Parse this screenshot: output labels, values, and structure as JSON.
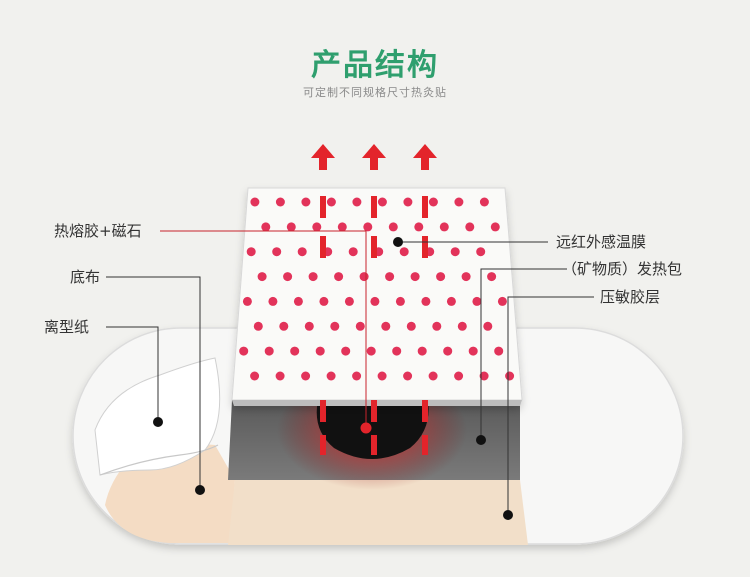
{
  "title": "产品结构",
  "subtitle": "可定制不同规格尺寸热灸贴",
  "labels": {
    "heat_glue_magnet": "热熔胶+磁石",
    "base_cloth": "底布",
    "release_paper": "离型纸",
    "far_infrared_film": "远红外感温膜",
    "mineral_heat_pack": "（矿物质）发热包",
    "pressure_adhesive": "压敏胶层"
  },
  "colors": {
    "title_green": "#2f9f6e",
    "dot_red": "#e2335a",
    "arrow_red": "#e3242b"
  }
}
